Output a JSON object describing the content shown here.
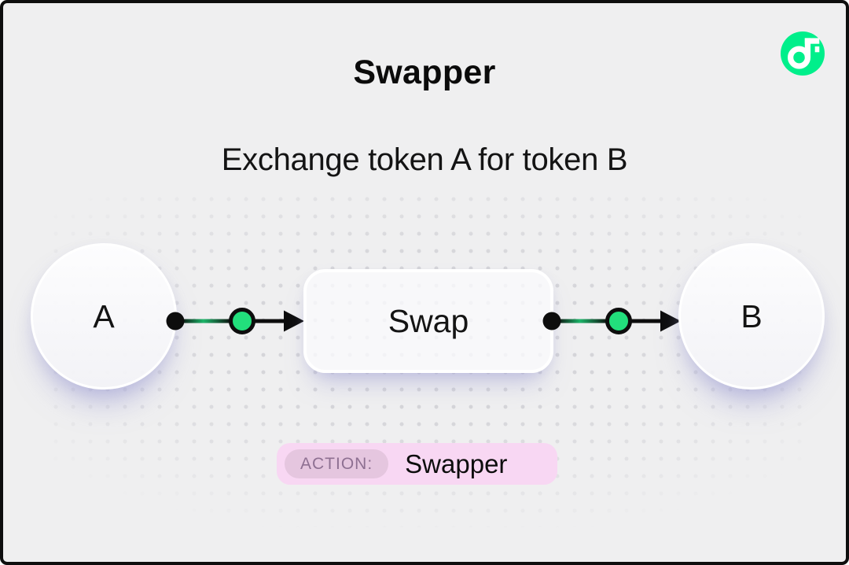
{
  "page": {
    "background": "#EFEFF0",
    "frame_border_color": "#0E0E0E",
    "dot_color": "#D5D5D9"
  },
  "brand": {
    "logo_icon": "flow-logo-icon",
    "logo_color": "#00EF8B"
  },
  "header": {
    "title": "Swapper",
    "subtitle": "Exchange token A for token B"
  },
  "diagram": {
    "nodes": [
      {
        "id": "token-a",
        "label": "A",
        "shape": "circle"
      },
      {
        "id": "swap",
        "label": "Swap",
        "shape": "rounded-rect"
      },
      {
        "id": "token-b",
        "label": "B",
        "shape": "circle"
      }
    ],
    "connectors": [
      {
        "from": "token-a",
        "to": "swap",
        "style": "arrow-with-token-dot"
      },
      {
        "from": "swap",
        "to": "token-b",
        "style": "arrow-with-token-dot"
      }
    ],
    "line_color": "#0D0D0D",
    "token_dot_color": "#22DF7C",
    "line_green_accent": "#1DB469"
  },
  "icons": {
    "logo": "flow-logo-icon",
    "arrowhead": "arrow-right-icon",
    "token_dot": "token-dot-icon",
    "port_dot": "port-dot-icon"
  },
  "action_badge": {
    "prefix_label": "ACTION:",
    "value": "Swapper",
    "badge_bg": "#F8D7F3",
    "prefix_bg": "#E5C6DF",
    "prefix_text_color": "#8E7092"
  }
}
